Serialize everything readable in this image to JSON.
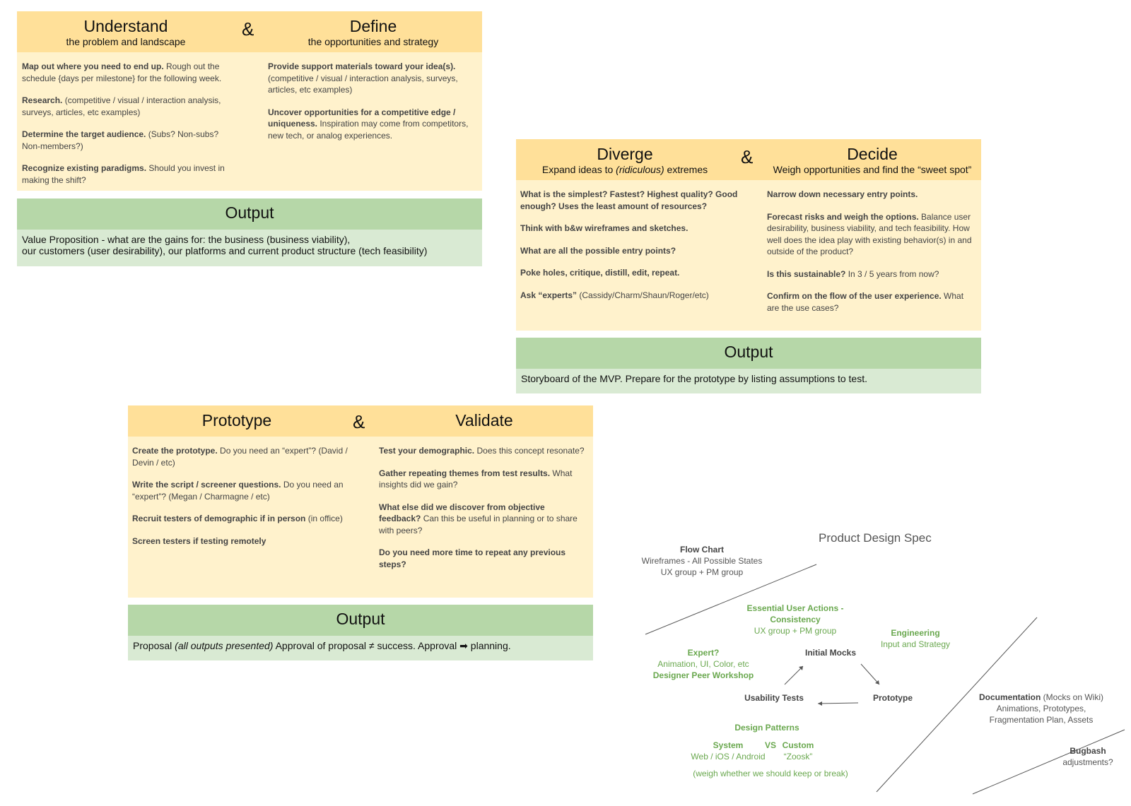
{
  "panel1": {
    "left_title": "Understand",
    "left_sub": "the problem and landscape",
    "amp": "&",
    "right_title": "Define",
    "right_sub": "the opportunities and strategy",
    "left_items": [
      {
        "bold": "Map out where you need to end up.",
        "text": " Rough out the schedule {days per milestone} for the following week."
      },
      {
        "bold": "Research.",
        "text": " (competitive / visual / interaction analysis, surveys, articles, etc examples)"
      },
      {
        "bold": "Determine the target audience.",
        "text": " (Subs? Non-subs? Non-members?)"
      },
      {
        "bold": "Recognize existing paradigms.",
        "text": " Should you invest in making the shift?"
      }
    ],
    "right_items": [
      {
        "bold": "Provide support materials toward your idea(s).",
        "text": " (competitive / visual / interaction analysis, surveys, articles, etc examples)"
      },
      {
        "bold": "Uncover opportunities for a competitive edge / uniqueness.",
        "text": " Inspiration may come from competitors, new tech, or analog experiences."
      }
    ],
    "output_title": "Output",
    "output_line1": "Value Proposition - what are the gains for: the business (business viability),",
    "output_line2": "our customers (user desirability), our platforms and current product structure (tech feasibility)"
  },
  "panel2": {
    "left_title": "Diverge",
    "left_sub_pre": "Expand ideas to ",
    "left_sub_em": "(ridiculous)",
    "left_sub_post": " extremes",
    "amp": "&",
    "right_title": "Decide",
    "right_sub": "Weigh opportunities and find the “sweet spot”",
    "left_items": [
      {
        "bold": "What is the simplest? Fastest? Highest quality? Good enough? Uses the least amount of resources?",
        "text": ""
      },
      {
        "bold": "Think with b&w wireframes and sketches.",
        "text": ""
      },
      {
        "bold": "What are all the possible entry points?",
        "text": ""
      },
      {
        "bold": "Poke holes, critique, distill, edit, repeat.",
        "text": ""
      },
      {
        "bold": "Ask “experts”",
        "text": " (Cassidy/Charm/Shaun/Roger/etc)"
      }
    ],
    "right_items": [
      {
        "bold": "Narrow down necessary entry points.",
        "text": ""
      },
      {
        "bold": "Forecast risks and weigh the options.",
        "text": " Balance user desirability, business viability, and tech feasibility. How well does the idea play with existing behavior(s) in and outside of the product?"
      },
      {
        "bold": "Is this sustainable?",
        "text": " In 3 / 5 years from now?"
      },
      {
        "bold": "Confirm on the flow of the user experience.",
        "text": " What are the use cases?"
      }
    ],
    "output_title": "Output",
    "output_line1": "Storyboard of the MVP. Prepare for the prototype by listing assumptions to test."
  },
  "panel3": {
    "left_title": "Prototype",
    "amp": "&",
    "right_title": "Validate",
    "left_items": [
      {
        "bold": "Create the prototype.",
        "text": " Do you need an “expert”? (David / Devin / etc)"
      },
      {
        "bold": "Write the script / screener questions.",
        "text": " Do you need an “expert”? (Megan / Charmagne / etc)"
      },
      {
        "bold": "Recruit testers of demographic if in person",
        "text": " (in office)"
      },
      {
        "bold": "Screen testers if testing remotely",
        "text": ""
      }
    ],
    "right_items": [
      {
        "bold": "Test your demographic.",
        "text": " Does this concept resonate?"
      },
      {
        "bold": "Gather repeating themes from test results.",
        "text": " What insights did we gain?"
      },
      {
        "bold": "What else did we discover from objective feedback?",
        "text": " Can this be useful in planning or to share with peers?"
      },
      {
        "bold": "Do you need more time to repeat any previous steps?",
        "text": ""
      }
    ],
    "output_title": "Output",
    "output_pre": "Proposal ",
    "output_em": "(all outputs presented)",
    "output_mid": " Approval of proposal ≠ success. Approval ➡ planning."
  },
  "diagram": {
    "title": "Product Design Spec",
    "flow_chart": "Flow Chart",
    "flow_l2": "Wireframes - All Possible States",
    "flow_l3": "UX group + PM group",
    "essential_l1": "Essential User Actions -",
    "essential_l2": "Consistency",
    "essential_l3": "UX group + PM group",
    "engineering": "Engineering",
    "engineering_l2": "Input and Strategy",
    "expert": "Expert?",
    "expert_l2": "Animation, UI, Color, etc",
    "expert_l3": "Designer Peer Workshop",
    "initial_mocks": "Initial Mocks",
    "usability_tests": "Usability Tests",
    "prototype": "Prototype",
    "design_patterns": "Design Patterns",
    "system": "System",
    "vs": "VS",
    "custom": "Custom",
    "system_l2": "Web / iOS / Android",
    "custom_l2": "“Zoosk”",
    "weigh": "(weigh whether we should keep or break)",
    "documentation": "Documentation",
    "documentation_note": " (Mocks on Wiki)",
    "documentation_l2": "Animations, Prototypes,",
    "documentation_l3": "Fragmentation Plan, Assets",
    "bugbash": "Bugbash",
    "bugbash_l2": "adjustments?"
  }
}
